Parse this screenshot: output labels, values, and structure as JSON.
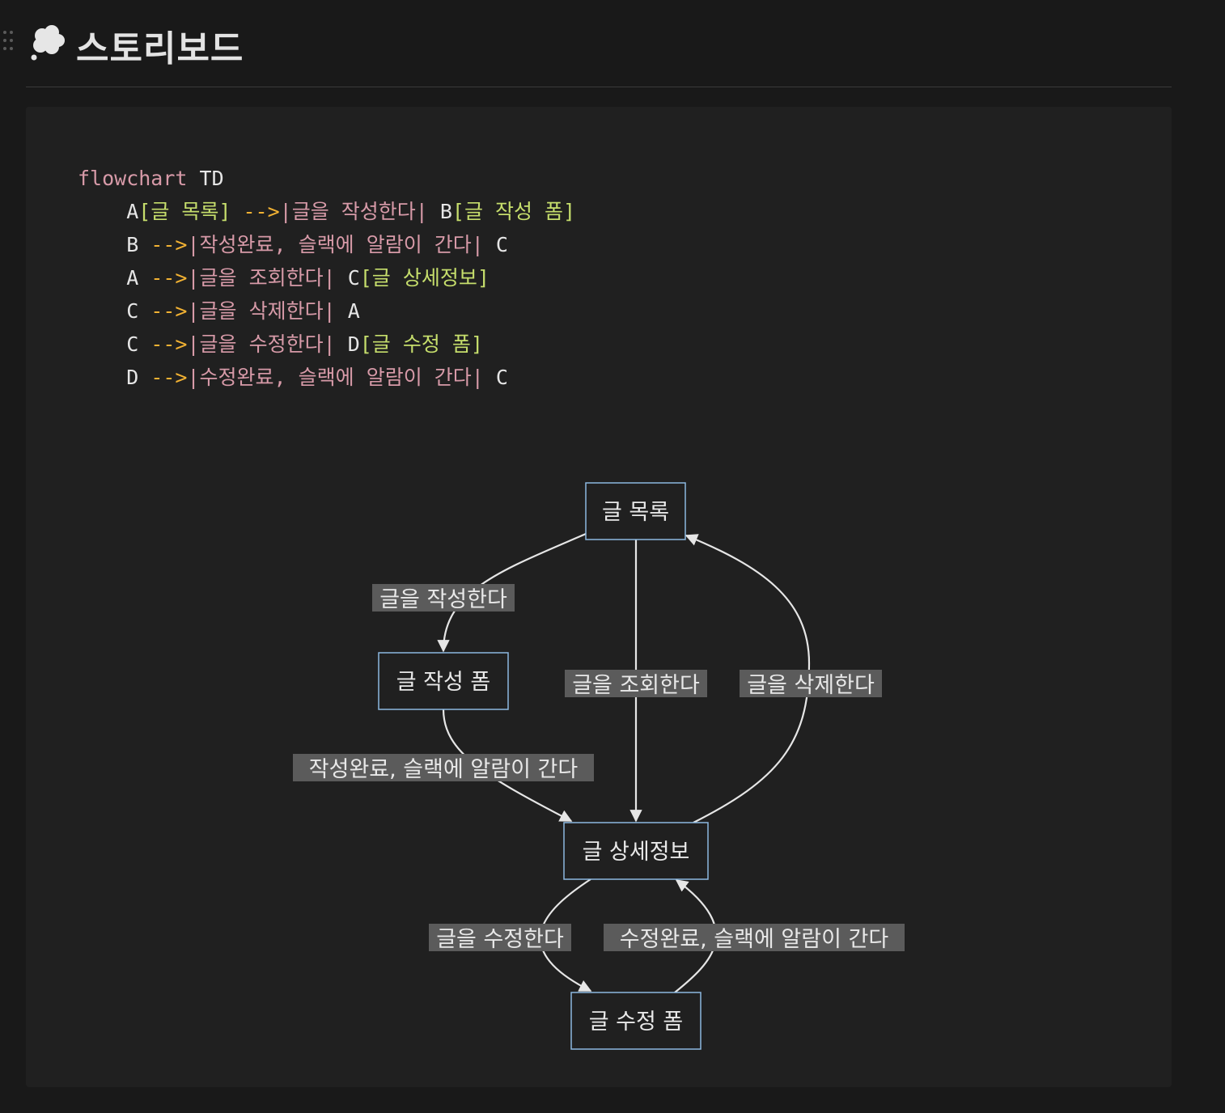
{
  "page": {
    "title": "스토리보드",
    "icon": "thought-balloon-icon"
  },
  "code": {
    "lines": [
      [
        {
          "t": "flowchart",
          "c": "k"
        },
        {
          "t": " TD",
          "c": "w"
        }
      ],
      [
        {
          "t": "    A",
          "c": "w"
        },
        {
          "t": "[글 목록]",
          "c": "g"
        },
        {
          "t": " -->",
          "c": "p"
        },
        {
          "t": "|글을 작성한다|",
          "c": "pk"
        },
        {
          "t": " B",
          "c": "w"
        },
        {
          "t": "[글 작성 폼]",
          "c": "g"
        }
      ],
      [
        {
          "t": "    B",
          "c": "w"
        },
        {
          "t": " -->",
          "c": "p"
        },
        {
          "t": "|작성완료, 슬랙에 알람이 간다|",
          "c": "pk"
        },
        {
          "t": " C",
          "c": "w"
        }
      ],
      [
        {
          "t": "    A",
          "c": "w"
        },
        {
          "t": " -->",
          "c": "p"
        },
        {
          "t": "|글을 조회한다|",
          "c": "pk"
        },
        {
          "t": " C",
          "c": "w"
        },
        {
          "t": "[글 상세정보]",
          "c": "g"
        }
      ],
      [
        {
          "t": "    C",
          "c": "w"
        },
        {
          "t": " -->",
          "c": "p"
        },
        {
          "t": "|글을 삭제한다|",
          "c": "pk"
        },
        {
          "t": " A",
          "c": "w"
        }
      ],
      [
        {
          "t": "    C",
          "c": "w"
        },
        {
          "t": " -->",
          "c": "p"
        },
        {
          "t": "|글을 수정한다|",
          "c": "pk"
        },
        {
          "t": " D",
          "c": "w"
        },
        {
          "t": "[글 수정 폼]",
          "c": "g"
        }
      ],
      [
        {
          "t": "    D",
          "c": "w"
        },
        {
          "t": " -->",
          "c": "p"
        },
        {
          "t": "|수정완료, 슬랙에 알람이 간다|",
          "c": "pk"
        },
        {
          "t": " C",
          "c": "w"
        }
      ]
    ]
  },
  "diagram": {
    "nodes": {
      "A": "글 목록",
      "B": "글 작성 폼",
      "C": "글 상세정보",
      "D": "글 수정 폼"
    },
    "edges": {
      "AB": "글을 작성한다",
      "BC": "작성완료, 슬랙에 알람이 간다",
      "AC": "글을 조회한다",
      "CA": "글을 삭제한다",
      "CD": "글을 수정한다",
      "DC": "수정완료, 슬랙에 알람이 간다"
    }
  },
  "colors": {
    "keyword": "#d79aa8",
    "arrow": "#f2b233",
    "node_text": "#c6de6c",
    "node_border": "#8cb8e0"
  }
}
